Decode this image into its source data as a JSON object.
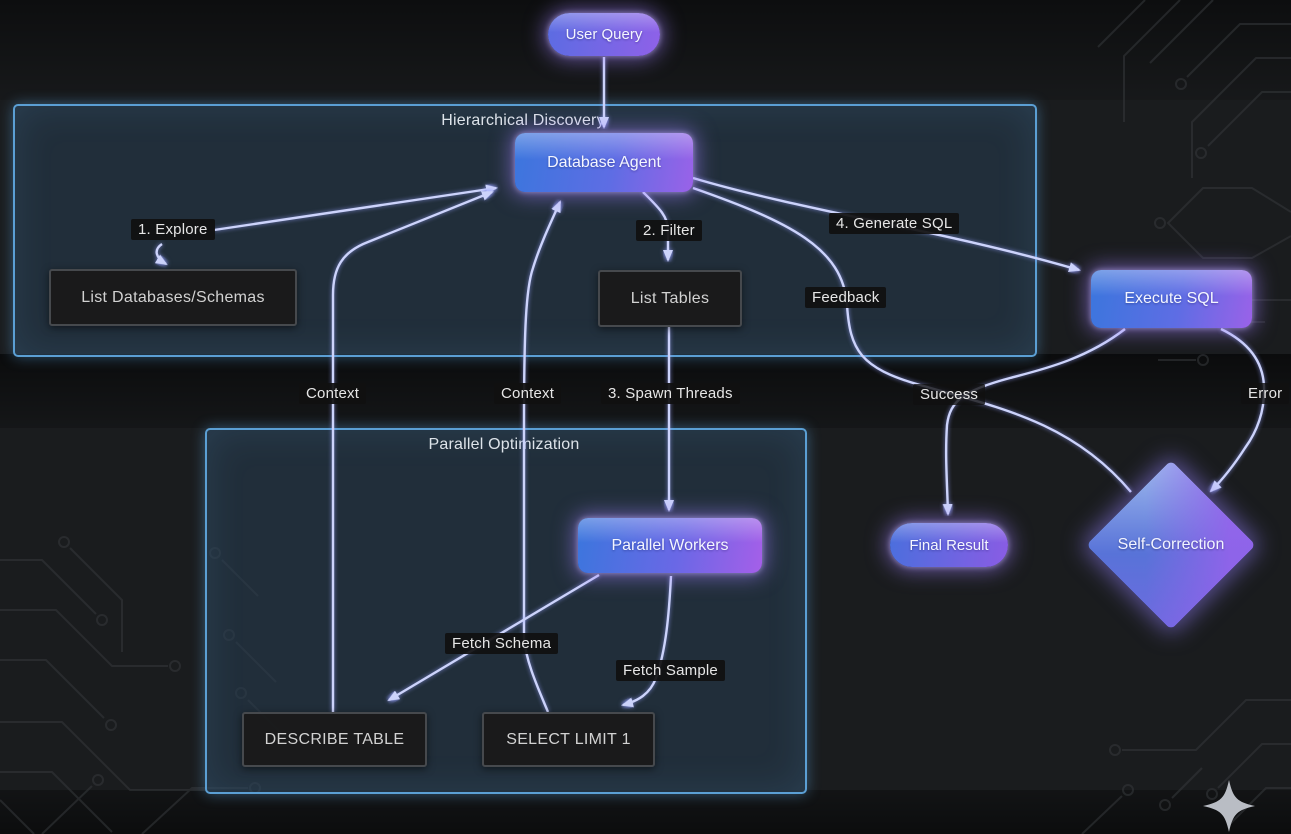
{
  "diagram": {
    "containers": {
      "hierarchical": {
        "title": "Hierarchical Discovery"
      },
      "parallel": {
        "title": "Parallel Optimization"
      }
    },
    "nodes": {
      "user_query": "User Query",
      "database_agent": "Database Agent",
      "list_databases": "List Databases/Schemas",
      "list_tables": "List Tables",
      "execute_sql": "Execute SQL",
      "parallel_workers": "Parallel Workers",
      "describe_table": "DESCRIBE TABLE",
      "select_limit": "SELECT LIMIT 1",
      "final_result": "Final Result",
      "self_correction": "Self-Correction"
    },
    "edge_labels": {
      "explore": "1. Explore",
      "filter": "2. Filter",
      "spawn_threads": "3. Spawn Threads",
      "generate_sql": "4. Generate SQL",
      "context_left": "Context",
      "context_right": "Context",
      "feedback": "Feedback",
      "fetch_schema": "Fetch Schema",
      "fetch_sample": "Fetch Sample",
      "success": "Success",
      "error": "Error"
    },
    "icons": {
      "sparkle": "sparkle-icon"
    },
    "colors": {
      "background": "#1a1c1e",
      "container_border": "#5b9fd4",
      "container_fill": "rgba(40,62,82,0.55)",
      "edge_line": "#ccd3fb",
      "node_gradient_blue": "#3b76dd",
      "node_gradient_purple": "#9a62e8",
      "dark_node_fill": "#1a1a1a",
      "dark_node_border": "#46494d",
      "label_text": "#e6e6e6",
      "sparkle_fill": "#b9bdc4"
    }
  }
}
